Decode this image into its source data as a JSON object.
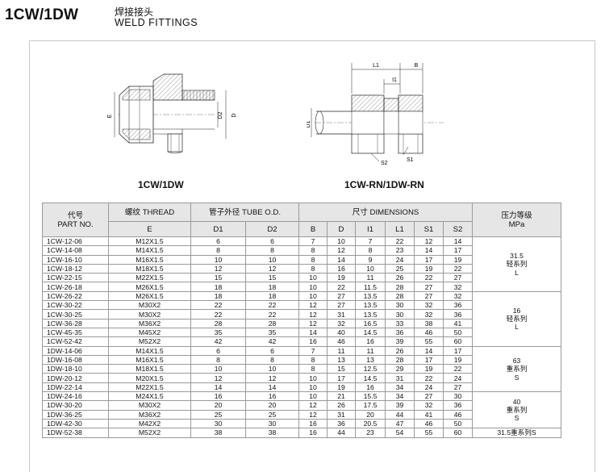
{
  "header": {
    "code": "1CW/1DW",
    "title_cn": "焊接接头",
    "title_en": "WELD FITTINGS"
  },
  "drawings": {
    "left": {
      "caption": "1CW/1DW",
      "labels": {
        "e": "E",
        "d2": "D2",
        "d": "D"
      }
    },
    "right": {
      "caption": "1CW-RN/1DW-RN",
      "labels": {
        "l1": "L1",
        "b": "B",
        "i1": "I1",
        "d1": "D1",
        "s2": "S2",
        "s1": "S1"
      }
    }
  },
  "table": {
    "head": {
      "part_cn": "代号",
      "part_en": "PART NO.",
      "thread_cn": "螺纹 THREAD",
      "thread_e": "E",
      "tube": "管子外径 TUBE O.D.",
      "d1": "D1",
      "d2": "D2",
      "dims": "尺寸 DIMENSIONS",
      "b": "B",
      "d": "D",
      "i1": "I1",
      "l1": "L1",
      "s1": "S1",
      "s2": "S2",
      "press_cn": "压力等级",
      "press_en": "MPa"
    },
    "rows": [
      [
        "1CW-12-06",
        "M12X1.5",
        "6",
        "6",
        "7",
        "10",
        "7",
        "22",
        "12",
        "14"
      ],
      [
        "1CW-14-08",
        "M14X1.5",
        "8",
        "8",
        "8",
        "12",
        "8",
        "23",
        "14",
        "17"
      ],
      [
        "1CW-16-10",
        "M16X1.5",
        "10",
        "10",
        "8",
        "14",
        "9",
        "24",
        "17",
        "19"
      ],
      [
        "1CW-18-12",
        "M18X1.5",
        "12",
        "12",
        "8",
        "16",
        "10",
        "25",
        "19",
        "22"
      ],
      [
        "1CW-22-15",
        "M22X1.5",
        "15",
        "15",
        "10",
        "19",
        "11",
        "26",
        "22",
        "27"
      ],
      [
        "1CW-26-18",
        "M26X1.5",
        "18",
        "18",
        "10",
        "22",
        "11.5",
        "28",
        "27",
        "32"
      ],
      [
        "1CW-26-22",
        "M26X1.5",
        "18",
        "18",
        "10",
        "27",
        "13.5",
        "28",
        "27",
        "32"
      ],
      [
        "1CW-30-22",
        "M30X2",
        "22",
        "22",
        "12",
        "27",
        "13.5",
        "30",
        "32",
        "36"
      ],
      [
        "1CW-30-25",
        "M30X2",
        "22",
        "22",
        "12",
        "31",
        "13.5",
        "30",
        "32",
        "36"
      ],
      [
        "1CW-36-28",
        "M36X2",
        "28",
        "28",
        "12",
        "32",
        "16.5",
        "33",
        "38",
        "41"
      ],
      [
        "1CW-45-35",
        "M45X2",
        "35",
        "35",
        "14",
        "40",
        "14.5",
        "36",
        "46",
        "50"
      ],
      [
        "1CW-52-42",
        "M52X2",
        "42",
        "42",
        "16",
        "46",
        "16",
        "39",
        "55",
        "60"
      ],
      [
        "1DW-14-06",
        "M14X1.5",
        "6",
        "6",
        "7",
        "11",
        "11",
        "26",
        "14",
        "17"
      ],
      [
        "1DW-16-08",
        "M16X1.5",
        "8",
        "8",
        "8",
        "13",
        "13",
        "28",
        "17",
        "19"
      ],
      [
        "1DW-18-10",
        "M18X1.5",
        "10",
        "10",
        "8",
        "15",
        "12.5",
        "29",
        "19",
        "22"
      ],
      [
        "1DW-20-12",
        "M20X1.5",
        "12",
        "12",
        "10",
        "17",
        "14.5",
        "31",
        "22",
        "24"
      ],
      [
        "1DW-22-14",
        "M22X1.5",
        "14",
        "14",
        "10",
        "19",
        "16",
        "34",
        "24",
        "27"
      ],
      [
        "1DW-24-16",
        "M24X1.5",
        "16",
        "16",
        "10",
        "21",
        "15.5",
        "34",
        "27",
        "30"
      ],
      [
        "1DW-30-20",
        "M30X2",
        "20",
        "20",
        "12",
        "26",
        "17.5",
        "39",
        "32",
        "36"
      ],
      [
        "1DW-36-25",
        "M36X2",
        "25",
        "25",
        "12",
        "31",
        "20",
        "44",
        "41",
        "46"
      ],
      [
        "1DW-42-30",
        "M42X2",
        "30",
        "30",
        "16",
        "36",
        "20.5",
        "47",
        "46",
        "50"
      ],
      [
        "1DW-52-38",
        "M52X2",
        "38",
        "38",
        "16",
        "44",
        "23",
        "54",
        "55",
        "60"
      ]
    ],
    "pressure": [
      {
        "l1": "31.5",
        "l2": "轻系列",
        "l3": "L"
      },
      {
        "l1": "16",
        "l2": "轻系列",
        "l3": "L"
      },
      {
        "l1": "63",
        "l2": "重系列",
        "l3": "S"
      },
      {
        "l1": "40",
        "l2": "重系列",
        "l3": "S"
      },
      {
        "l1": "31.5重系列S"
      }
    ]
  }
}
